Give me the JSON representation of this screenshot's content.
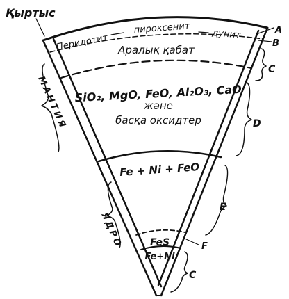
{
  "labels": {
    "crust": "Қыртыс",
    "peridotite": "Перидотит",
    "pyroxenite": "пироксенит",
    "dunite": "дунит",
    "intermediate_layer": "Аралық қабат",
    "oxides_formula": "SiO₂, MgO, FeO, Al₂O₃, CaO",
    "oxides_and": "және",
    "oxides_other": "басқа оксидтер",
    "outer_core_formula": "Fe + Ni + FeO",
    "fes": "FeS",
    "inner_core_formula": "Fe+Ni",
    "mantle": "МАНТИЯ",
    "core": "ЯДРО"
  },
  "zone_letters": {
    "a": "A",
    "b": "B",
    "c_upper": "C",
    "d": "D",
    "e": "E",
    "f": "F",
    "c_lower": "C"
  }
}
